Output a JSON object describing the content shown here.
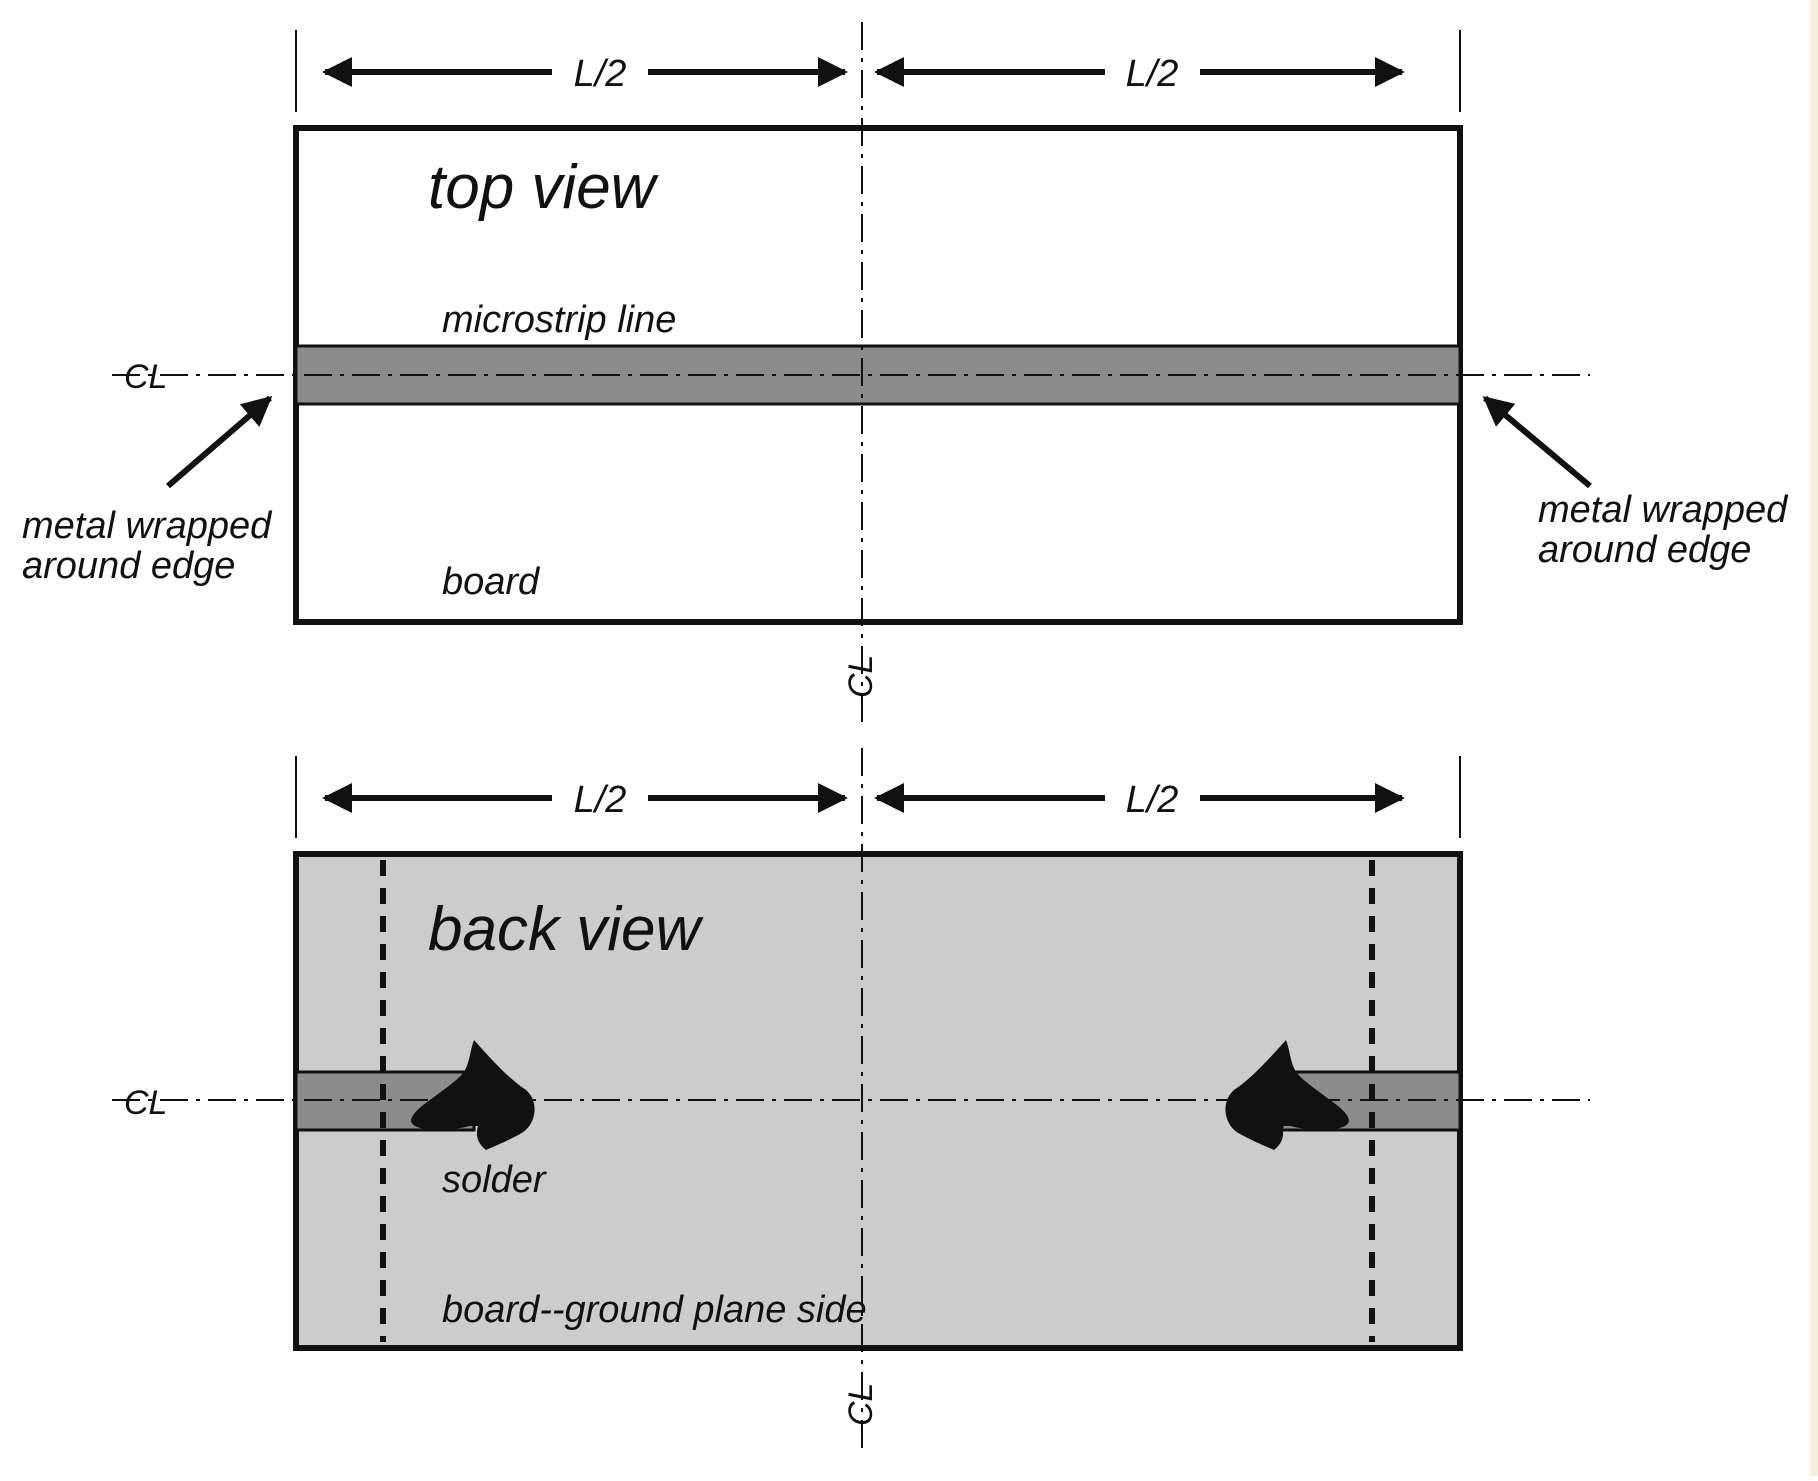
{
  "colors": {
    "ink": "#111111",
    "microstrip": "#8c8c8c",
    "ground_plane": "#cccccc",
    "background": "#ffffff"
  },
  "labels": {
    "half_length": "L/2",
    "centerline": "CL",
    "top_title": "top view",
    "back_title": "back view",
    "microstrip": "microstrip line",
    "board_top": "board",
    "board_back": "board--ground plane side",
    "solder": "solder",
    "wrap_left_line1": "metal wrapped",
    "wrap_left_line2": "around edge",
    "wrap_right_line1": "metal wrapped",
    "wrap_right_line2": "around edge"
  }
}
